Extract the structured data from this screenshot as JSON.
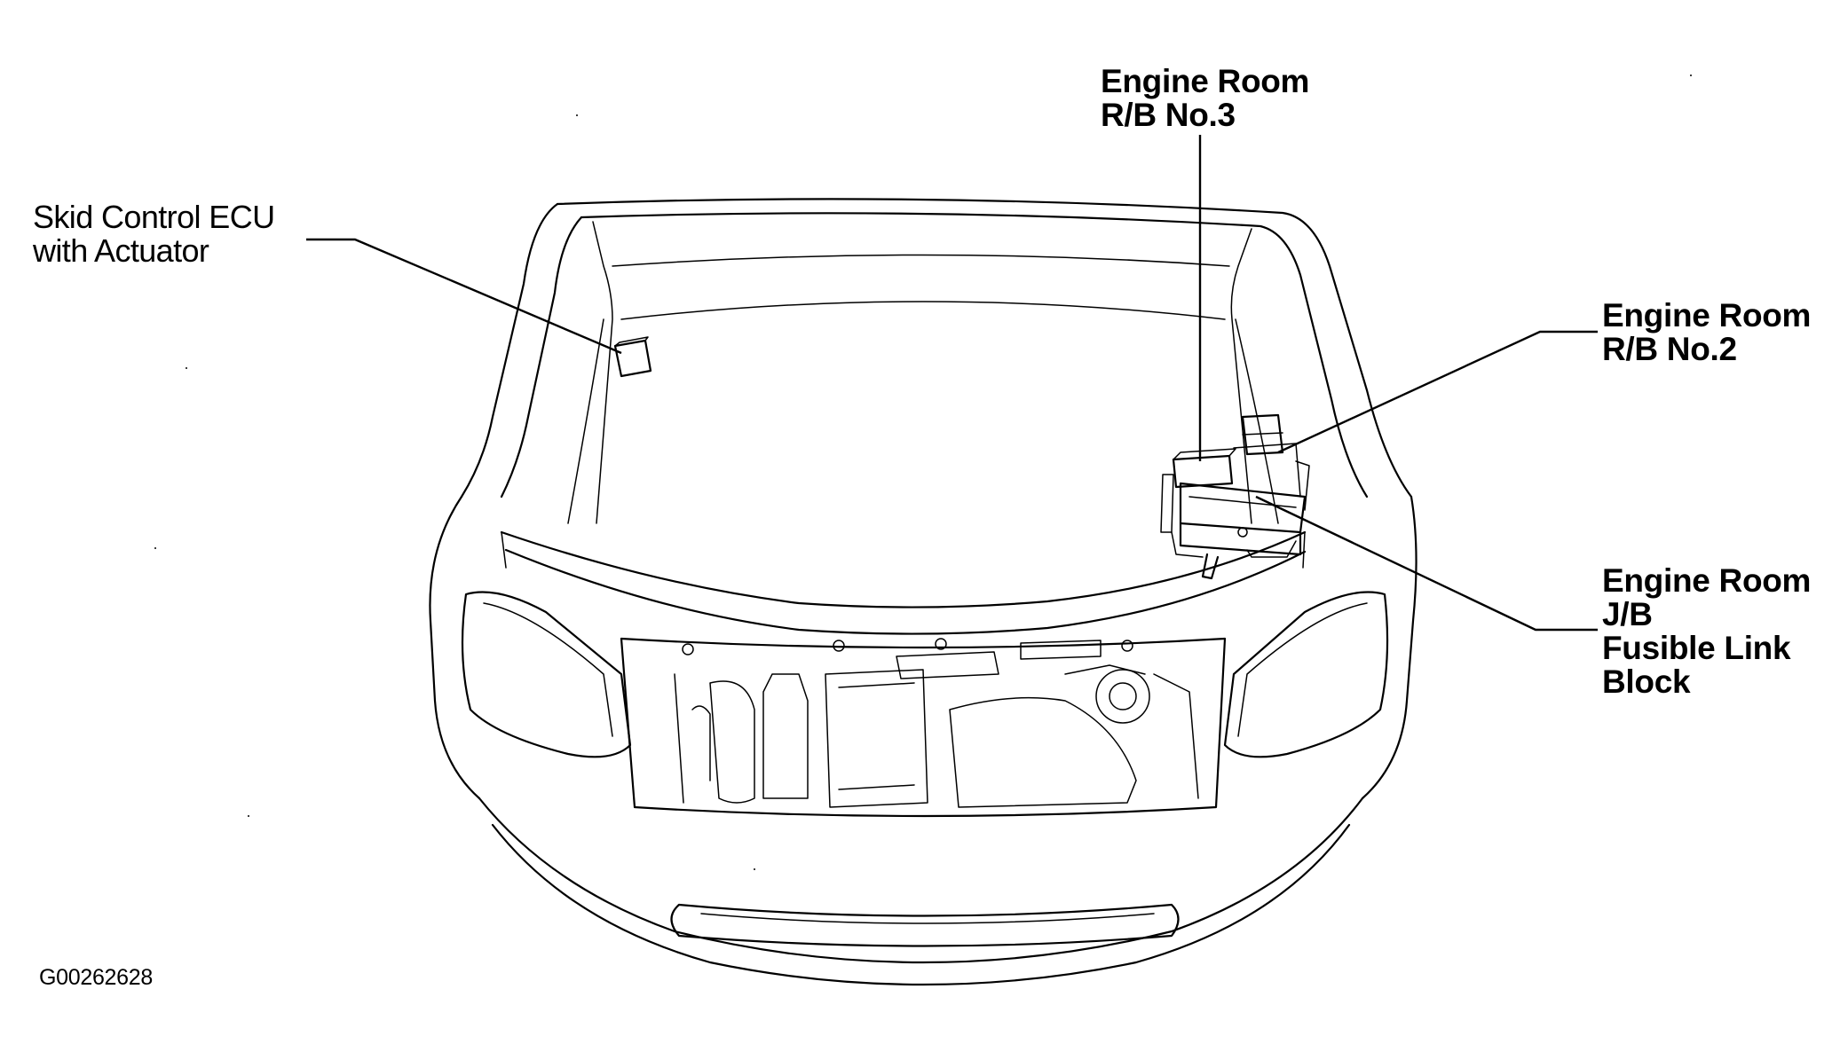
{
  "labels": {
    "skid_ecu": [
      "Skid Control ECU",
      "with Actuator"
    ],
    "rb3": [
      "Engine Room",
      "R/B No.3"
    ],
    "rb2": [
      "Engine Room",
      "R/B No.2"
    ],
    "jb": [
      "Engine Room",
      "J/B",
      "Fusible Link",
      "Block"
    ]
  },
  "figure_id": "G00262628"
}
